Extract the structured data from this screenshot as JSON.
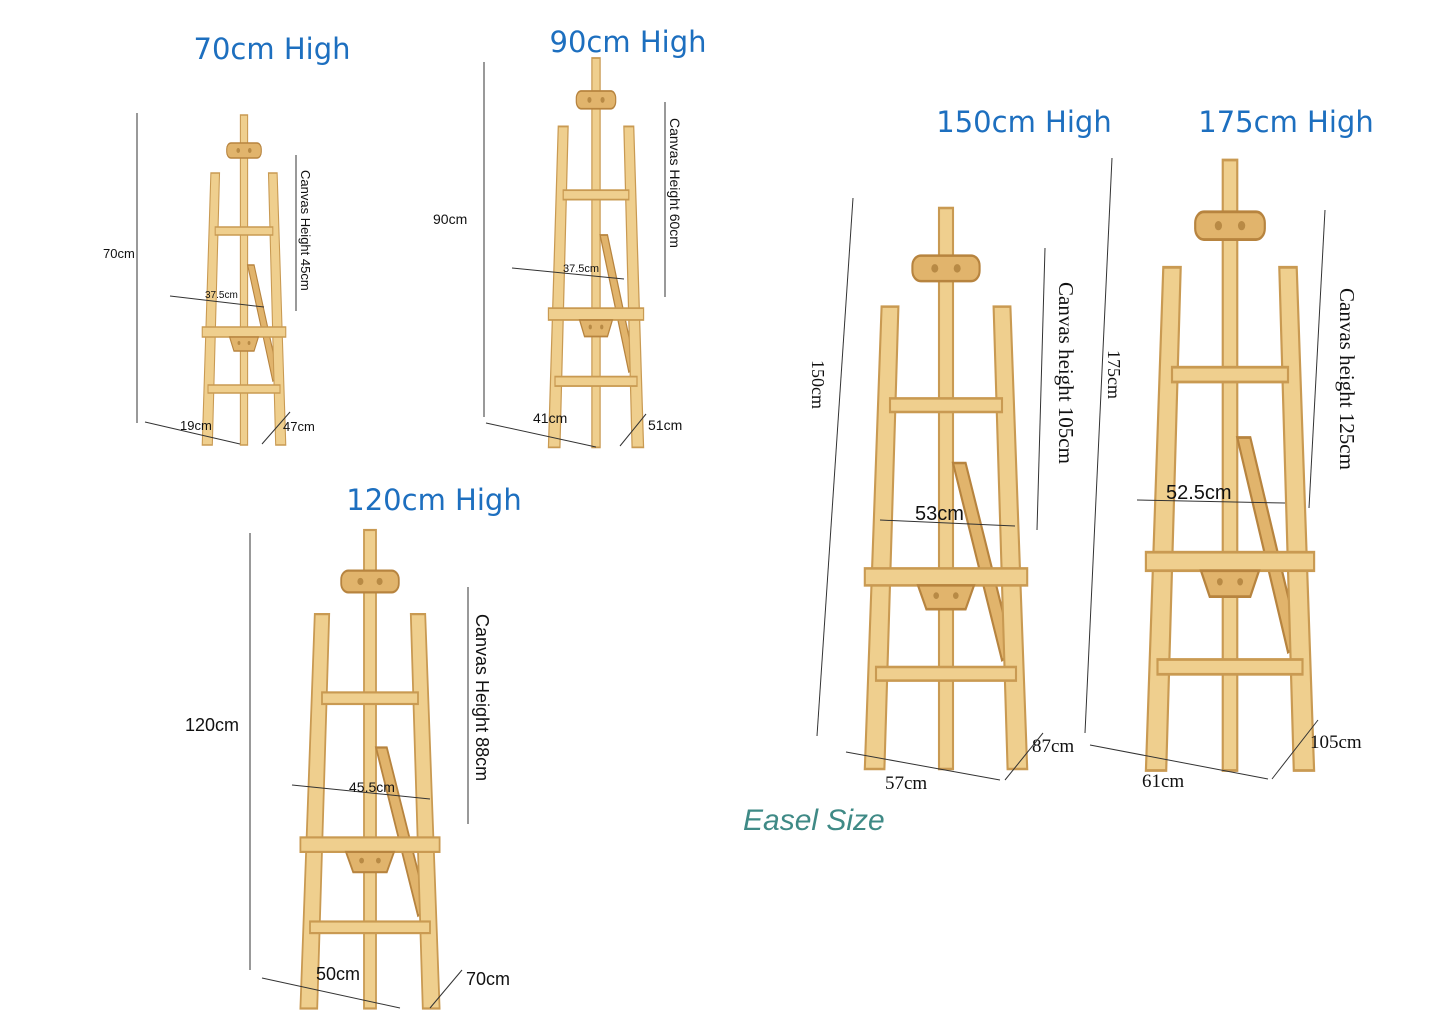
{
  "caption": "Easel Size",
  "easels": [
    {
      "id": "e70",
      "title": "70cm High",
      "height": "70cm",
      "canvas": "Canvas Height 45cm",
      "tray": "37.5cm",
      "width": "19cm",
      "depth": "47cm"
    },
    {
      "id": "e90",
      "title": "90cm High",
      "height": "90cm",
      "canvas": "Canvas Height 60cm",
      "tray": "37.5cm",
      "width": "41cm",
      "depth": "51cm"
    },
    {
      "id": "e120",
      "title": "120cm High",
      "height": "120cm",
      "canvas": "Canvas Height 88cm",
      "tray": "45.5cm",
      "width": "50cm",
      "depth": "70cm"
    },
    {
      "id": "e150",
      "title": "150cm High",
      "height": "150cm",
      "canvas": "Canvas height 105cm",
      "tray": "53cm",
      "width": "57cm",
      "depth": "87cm"
    },
    {
      "id": "e175",
      "title": "175cm High",
      "height": "175cm",
      "canvas": "Canvas height 125cm",
      "tray": "52.5cm",
      "width": "61cm",
      "depth": "105cm"
    }
  ]
}
